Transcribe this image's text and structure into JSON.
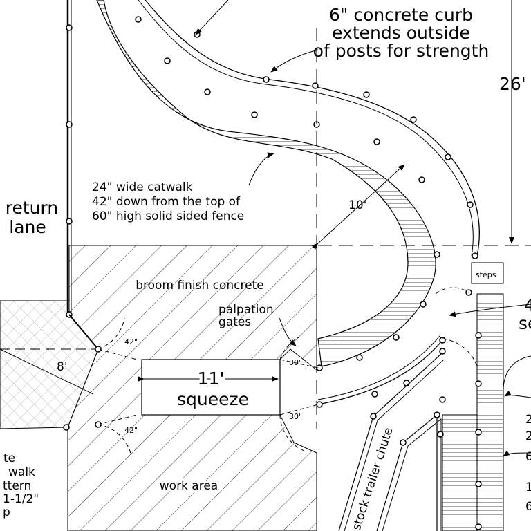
{
  "labels": {
    "curb_note": [
      "6\" concrete curb",
      "extends outside",
      "of posts for strength"
    ],
    "height_dim": "26'",
    "radius_dim": "10'",
    "catwalk_note": [
      "24\" wide catwalk",
      "42\" down from the top of",
      "60\" high solid sided fence"
    ],
    "return_lane": [
      "return",
      "lane"
    ],
    "broom_finish": "broom finish concrete",
    "palpation_gates": [
      "palpation",
      "gates"
    ],
    "steps": "steps",
    "gate_42_upper": "42\"",
    "gate_42_lower": "42\"",
    "gate_30_upper": "30\"",
    "gate_30_lower": "30\"",
    "width_8": "8'",
    "squeeze_dim": "11'",
    "squeeze": "squeeze",
    "work_area": "work area",
    "chute": "stock trailer chute",
    "left_note": [
      "te",
      "walk",
      "ttern",
      "1-1/2\"",
      "p"
    ],
    "right_edge_a": [
      "4",
      "se"
    ],
    "right_edge_b": [
      "2",
      "2",
      "6",
      "1",
      "6"
    ]
  }
}
